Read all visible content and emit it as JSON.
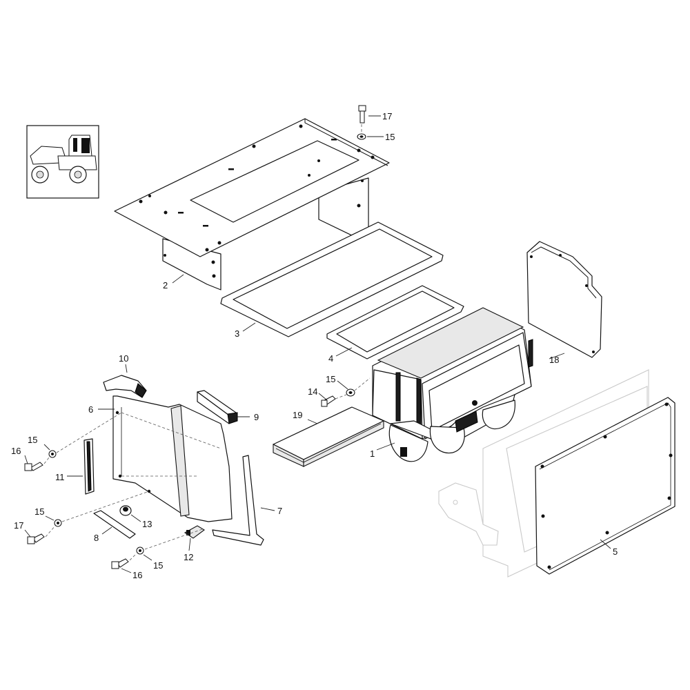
{
  "diagram": {
    "callouts": [
      {
        "id": "c1",
        "text": "1"
      },
      {
        "id": "c2",
        "text": "2"
      },
      {
        "id": "c3",
        "text": "3"
      },
      {
        "id": "c4",
        "text": "4"
      },
      {
        "id": "c5",
        "text": "5"
      },
      {
        "id": "c6",
        "text": "6"
      },
      {
        "id": "c7",
        "text": "7"
      },
      {
        "id": "c8",
        "text": "8"
      },
      {
        "id": "c9",
        "text": "9"
      },
      {
        "id": "c10",
        "text": "10"
      },
      {
        "id": "c11",
        "text": "11"
      },
      {
        "id": "c12",
        "text": "12"
      },
      {
        "id": "c13",
        "text": "13"
      },
      {
        "id": "c14",
        "text": "14"
      },
      {
        "id": "c15a",
        "text": "15"
      },
      {
        "id": "c15b",
        "text": "15"
      },
      {
        "id": "c15c",
        "text": "15"
      },
      {
        "id": "c15d",
        "text": "15"
      },
      {
        "id": "c15e",
        "text": "15"
      },
      {
        "id": "c16a",
        "text": "16"
      },
      {
        "id": "c16b",
        "text": "16"
      },
      {
        "id": "c17a",
        "text": "17"
      },
      {
        "id": "c17b",
        "text": "17"
      },
      {
        "id": "c18",
        "text": "18"
      },
      {
        "id": "c19",
        "text": "19"
      }
    ]
  }
}
